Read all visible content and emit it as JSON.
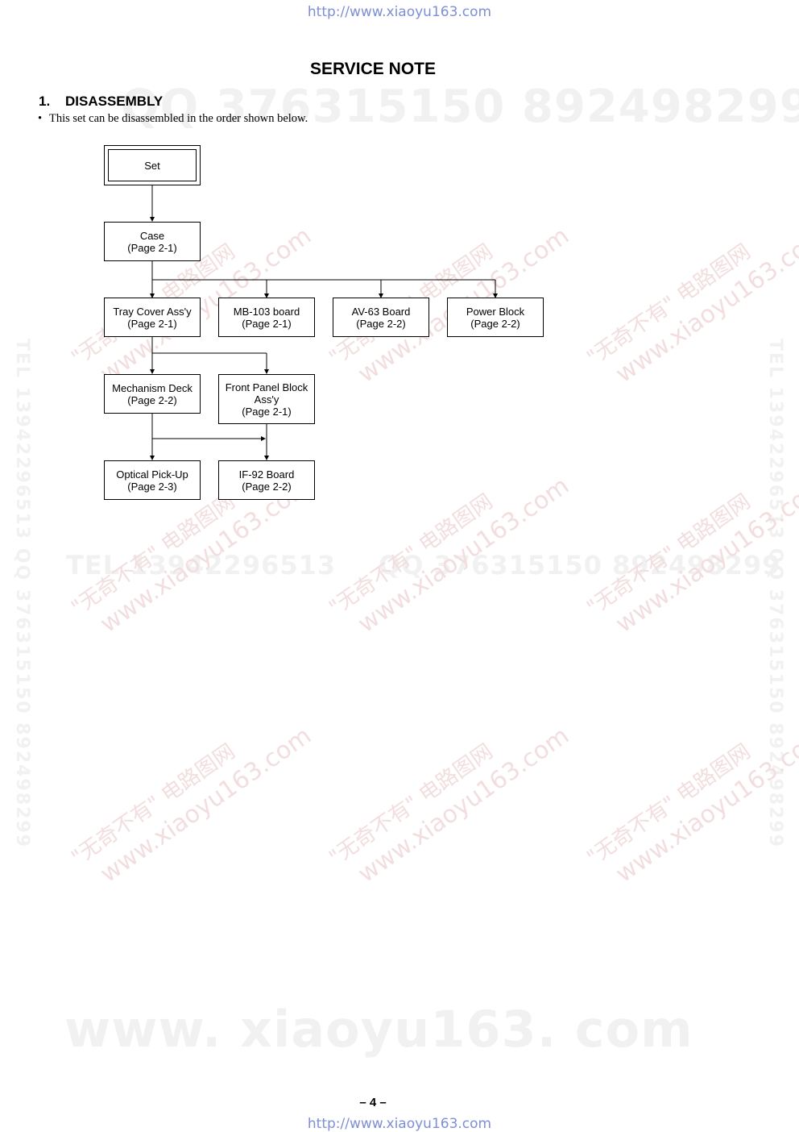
{
  "header_url": "http://www.xiaoyu163.com",
  "footer_url": "http://www.xiaoyu163.com",
  "title": "SERVICE NOTE",
  "section": {
    "number": "1.",
    "heading": "DISASSEMBLY"
  },
  "note": {
    "bullet": "•",
    "text": "This set can be disassembled in the order shown below."
  },
  "diagram": {
    "set": "Set",
    "case": {
      "name": "Case",
      "page": "(Page 2-1)"
    },
    "tray_cover": {
      "name": "Tray Cover Ass'y",
      "page": "(Page 2-1)"
    },
    "mb_board": {
      "name": "MB-103 board",
      "page": "(Page 2-1)"
    },
    "av_board": {
      "name": "AV-63 Board",
      "page": "(Page 2-2)"
    },
    "power_block": {
      "name": "Power Block",
      "page": "(Page 2-2)"
    },
    "mechanism_deck": {
      "name": "Mechanism Deck",
      "page": "(Page 2-2)"
    },
    "front_panel": {
      "name": "Front Panel Block",
      "name2": "Ass'y",
      "page": "(Page 2-1)"
    },
    "optical_pickup": {
      "name": "Optical Pick-Up",
      "page": "(Page 2-3)"
    },
    "if_board": {
      "name": "IF-92 Board",
      "page": "(Page 2-2)"
    }
  },
  "page_number": "– 4 –",
  "watermarks": {
    "qq_top": "QQ 376315150   892498299",
    "tel_mid": "TEL 13942296513",
    "qq_mid": "QQ 376315150  892498299",
    "site_big": "www. xiaoyu163. com",
    "diag_line1": "\"无奇不有\" 电路图网",
    "diag_line2": "www.xiaoyu163.com",
    "vertical": "TEL 13942296513  QQ 376315150  892498299"
  }
}
